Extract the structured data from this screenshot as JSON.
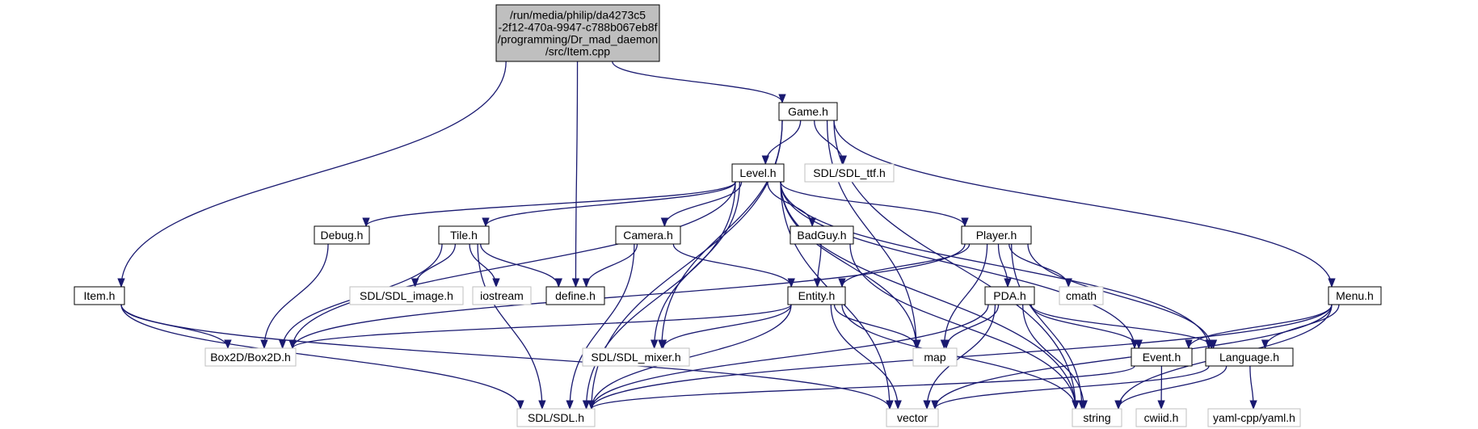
{
  "diagram": {
    "type": "include dependency graph",
    "colors": {
      "edge": "#191970",
      "root_fill": "#bfbfbf",
      "node_border": "#000000",
      "system_border": "#bfbfbf",
      "node_fill": "#ffffff",
      "text": "#000000"
    },
    "nodes": [
      {
        "id": "root",
        "lines": [
          "/run/media/philip/da4273c5",
          "-2f12-470a-9947-c788b067eb8f",
          "/programming/Dr_mad_daemon",
          "/src/Item.cpp"
        ],
        "kind": "root"
      },
      {
        "id": "game",
        "lines": [
          "Game.h"
        ],
        "kind": "project"
      },
      {
        "id": "level",
        "lines": [
          "Level.h"
        ],
        "kind": "project"
      },
      {
        "id": "sdl_ttf",
        "lines": [
          "SDL/SDL_ttf.h"
        ],
        "kind": "system"
      },
      {
        "id": "debug",
        "lines": [
          "Debug.h"
        ],
        "kind": "project"
      },
      {
        "id": "tile",
        "lines": [
          "Tile.h"
        ],
        "kind": "project"
      },
      {
        "id": "camera",
        "lines": [
          "Camera.h"
        ],
        "kind": "project"
      },
      {
        "id": "badguy",
        "lines": [
          "BadGuy.h"
        ],
        "kind": "project"
      },
      {
        "id": "player",
        "lines": [
          "Player.h"
        ],
        "kind": "project"
      },
      {
        "id": "item",
        "lines": [
          "Item.h"
        ],
        "kind": "project"
      },
      {
        "id": "sdl_image",
        "lines": [
          "SDL/SDL_image.h"
        ],
        "kind": "system"
      },
      {
        "id": "iostream",
        "lines": [
          "iostream"
        ],
        "kind": "system"
      },
      {
        "id": "define",
        "lines": [
          "define.h"
        ],
        "kind": "project"
      },
      {
        "id": "entity",
        "lines": [
          "Entity.h"
        ],
        "kind": "project"
      },
      {
        "id": "pda",
        "lines": [
          "PDA.h"
        ],
        "kind": "project"
      },
      {
        "id": "cmath",
        "lines": [
          "cmath"
        ],
        "kind": "system"
      },
      {
        "id": "menu",
        "lines": [
          "Menu.h"
        ],
        "kind": "project"
      },
      {
        "id": "box2d",
        "lines": [
          "Box2D/Box2D.h"
        ],
        "kind": "system"
      },
      {
        "id": "sdl_mixer",
        "lines": [
          "SDL/SDL_mixer.h"
        ],
        "kind": "system"
      },
      {
        "id": "map",
        "lines": [
          "map"
        ],
        "kind": "system"
      },
      {
        "id": "event",
        "lines": [
          "Event.h"
        ],
        "kind": "project"
      },
      {
        "id": "language",
        "lines": [
          "Language.h"
        ],
        "kind": "project"
      },
      {
        "id": "sdl",
        "lines": [
          "SDL/SDL.h"
        ],
        "kind": "system"
      },
      {
        "id": "vector",
        "lines": [
          "vector"
        ],
        "kind": "system"
      },
      {
        "id": "string",
        "lines": [
          "string"
        ],
        "kind": "system"
      },
      {
        "id": "cwiid",
        "lines": [
          "cwiid.h"
        ],
        "kind": "system"
      },
      {
        "id": "yaml",
        "lines": [
          "yaml-cpp/yaml.h"
        ],
        "kind": "system"
      }
    ],
    "edges": [
      [
        "root",
        "item"
      ],
      [
        "root",
        "define"
      ],
      [
        "root",
        "game"
      ],
      [
        "game",
        "level"
      ],
      [
        "game",
        "sdl_ttf"
      ],
      [
        "game",
        "menu"
      ],
      [
        "game",
        "sdl"
      ],
      [
        "game",
        "sdl_mixer"
      ],
      [
        "game",
        "map"
      ],
      [
        "game",
        "string"
      ],
      [
        "level",
        "debug"
      ],
      [
        "level",
        "tile"
      ],
      [
        "level",
        "camera"
      ],
      [
        "level",
        "badguy"
      ],
      [
        "level",
        "player"
      ],
      [
        "level",
        "box2d"
      ],
      [
        "level",
        "sdl"
      ],
      [
        "level",
        "sdl_mixer"
      ],
      [
        "level",
        "map"
      ],
      [
        "level",
        "vector"
      ],
      [
        "level",
        "event"
      ],
      [
        "level",
        "language"
      ],
      [
        "level",
        "string"
      ],
      [
        "debug",
        "box2d"
      ],
      [
        "tile",
        "sdl_image"
      ],
      [
        "tile",
        "iostream"
      ],
      [
        "tile",
        "define"
      ],
      [
        "tile",
        "box2d"
      ],
      [
        "tile",
        "sdl"
      ],
      [
        "camera",
        "define"
      ],
      [
        "camera",
        "entity"
      ],
      [
        "camera",
        "sdl"
      ],
      [
        "badguy",
        "entity"
      ],
      [
        "badguy",
        "string"
      ],
      [
        "player",
        "entity"
      ],
      [
        "player",
        "pda"
      ],
      [
        "player",
        "cmath"
      ],
      [
        "player",
        "box2d"
      ],
      [
        "player",
        "map"
      ],
      [
        "player",
        "language"
      ],
      [
        "player",
        "string"
      ],
      [
        "item",
        "box2d"
      ],
      [
        "item",
        "sdl"
      ],
      [
        "item",
        "vector"
      ],
      [
        "entity",
        "box2d"
      ],
      [
        "entity",
        "sdl_mixer"
      ],
      [
        "entity",
        "map"
      ],
      [
        "entity",
        "sdl"
      ],
      [
        "entity",
        "vector"
      ],
      [
        "entity",
        "string"
      ],
      [
        "pda",
        "map"
      ],
      [
        "pda",
        "event"
      ],
      [
        "pda",
        "language"
      ],
      [
        "pda",
        "sdl"
      ],
      [
        "pda",
        "vector"
      ],
      [
        "pda",
        "string"
      ],
      [
        "menu",
        "event"
      ],
      [
        "menu",
        "language"
      ],
      [
        "menu",
        "sdl"
      ],
      [
        "menu",
        "vector"
      ],
      [
        "menu",
        "string"
      ],
      [
        "event",
        "sdl"
      ],
      [
        "event",
        "cwiid"
      ],
      [
        "language",
        "vector"
      ],
      [
        "language",
        "string"
      ],
      [
        "language",
        "yaml"
      ]
    ]
  }
}
